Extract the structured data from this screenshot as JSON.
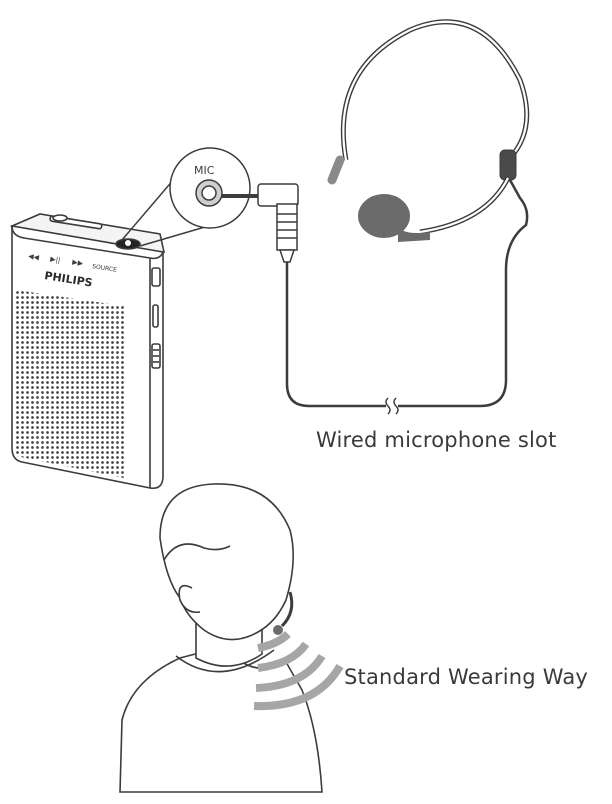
{
  "labels": {
    "wired_slot": "Wired microphone slot",
    "standard_wearing": "Standard Wearing Way"
  },
  "callout": {
    "jack_label": "MIC"
  },
  "device": {
    "brand": "PHILIPS",
    "source_label": "SOURCE",
    "buttons": [
      "◀◀",
      "▶||",
      "▶▶"
    ]
  },
  "colors": {
    "line": "#3c3c3c",
    "grille": "#444444",
    "mic_foam": "#6b6b6b",
    "sound_waves": "#a6a6a6"
  }
}
